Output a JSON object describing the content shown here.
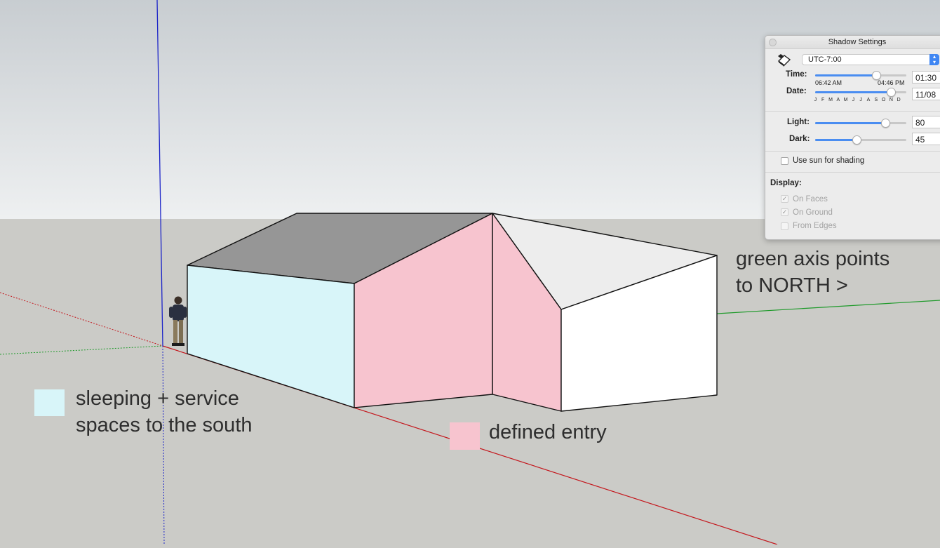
{
  "annotations": {
    "sleeping_line1": "sleeping + service",
    "sleeping_line2": "spaces to the south",
    "entry": "defined entry",
    "north_line1": "green axis points",
    "north_line2": "to NORTH >"
  },
  "colors": {
    "sky_top": "#c8cdd1",
    "sky_bottom": "#eef0f1",
    "ground": "#cbcbc7",
    "sleeping_swatch": "#d8f5f9",
    "entry_swatch": "#f7c4cf",
    "roof_dark": "#969696",
    "roof_light": "#ededed",
    "axis_red": "#c4161c",
    "axis_green": "#1e9a2a",
    "axis_blue": "#1c24c8",
    "slider_accent": "#4a8df1"
  },
  "shadow_settings": {
    "title": "Shadow Settings",
    "timezone": "UTC-7:00",
    "time_label": "Time:",
    "time_value": "01:30",
    "time_position": 0.67,
    "sunrise": "06:42 AM",
    "sunset": "04:46 PM",
    "date_label": "Date:",
    "date_value": "11/08",
    "date_position": 0.83,
    "months": [
      "J",
      "F",
      "M",
      "A",
      "M",
      "J",
      "J",
      "A",
      "S",
      "O",
      "N",
      "D"
    ],
    "light_label": "Light:",
    "light_value": "80",
    "light_position": 0.77,
    "dark_label": "Dark:",
    "dark_value": "45",
    "dark_position": 0.45,
    "use_sun_label": "Use sun for shading",
    "use_sun_checked": false,
    "display_label": "Display:",
    "on_faces_label": "On Faces",
    "on_faces_checked": true,
    "on_ground_label": "On Ground",
    "on_ground_checked": true,
    "from_edges_label": "From Edges",
    "from_edges_checked": false
  }
}
